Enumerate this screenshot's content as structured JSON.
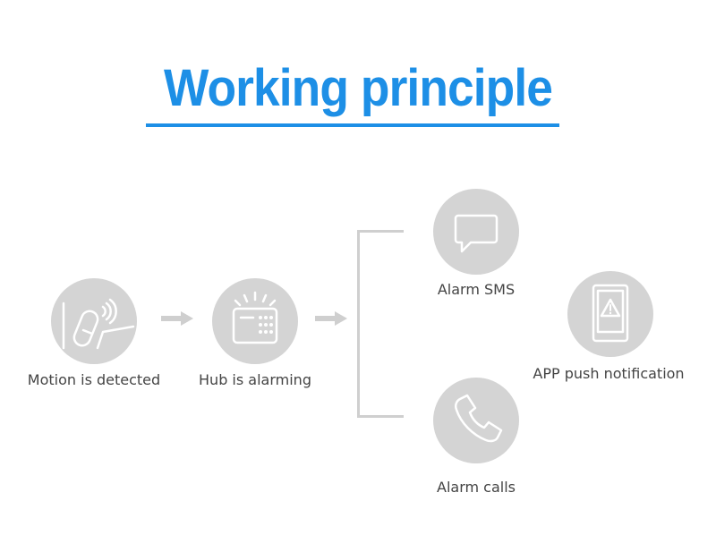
{
  "title": "Working principle",
  "colors": {
    "title": "#1d8fe6",
    "node_fill": "#d4d4d4",
    "icon_stroke": "#ffffff",
    "connector": "#cfcfcf",
    "label_text": "#444444"
  },
  "nodes": {
    "motion": {
      "label": "Motion is detected",
      "icon": "motion-sensor-icon"
    },
    "hub": {
      "label": "Hub is alarming",
      "icon": "alarm-hub-icon"
    },
    "sms": {
      "label": "Alarm SMS",
      "icon": "sms-bubble-icon"
    },
    "calls": {
      "label": "Alarm calls",
      "icon": "phone-icon"
    },
    "app": {
      "label": "APP push notification",
      "icon": "phone-warning-icon"
    }
  }
}
